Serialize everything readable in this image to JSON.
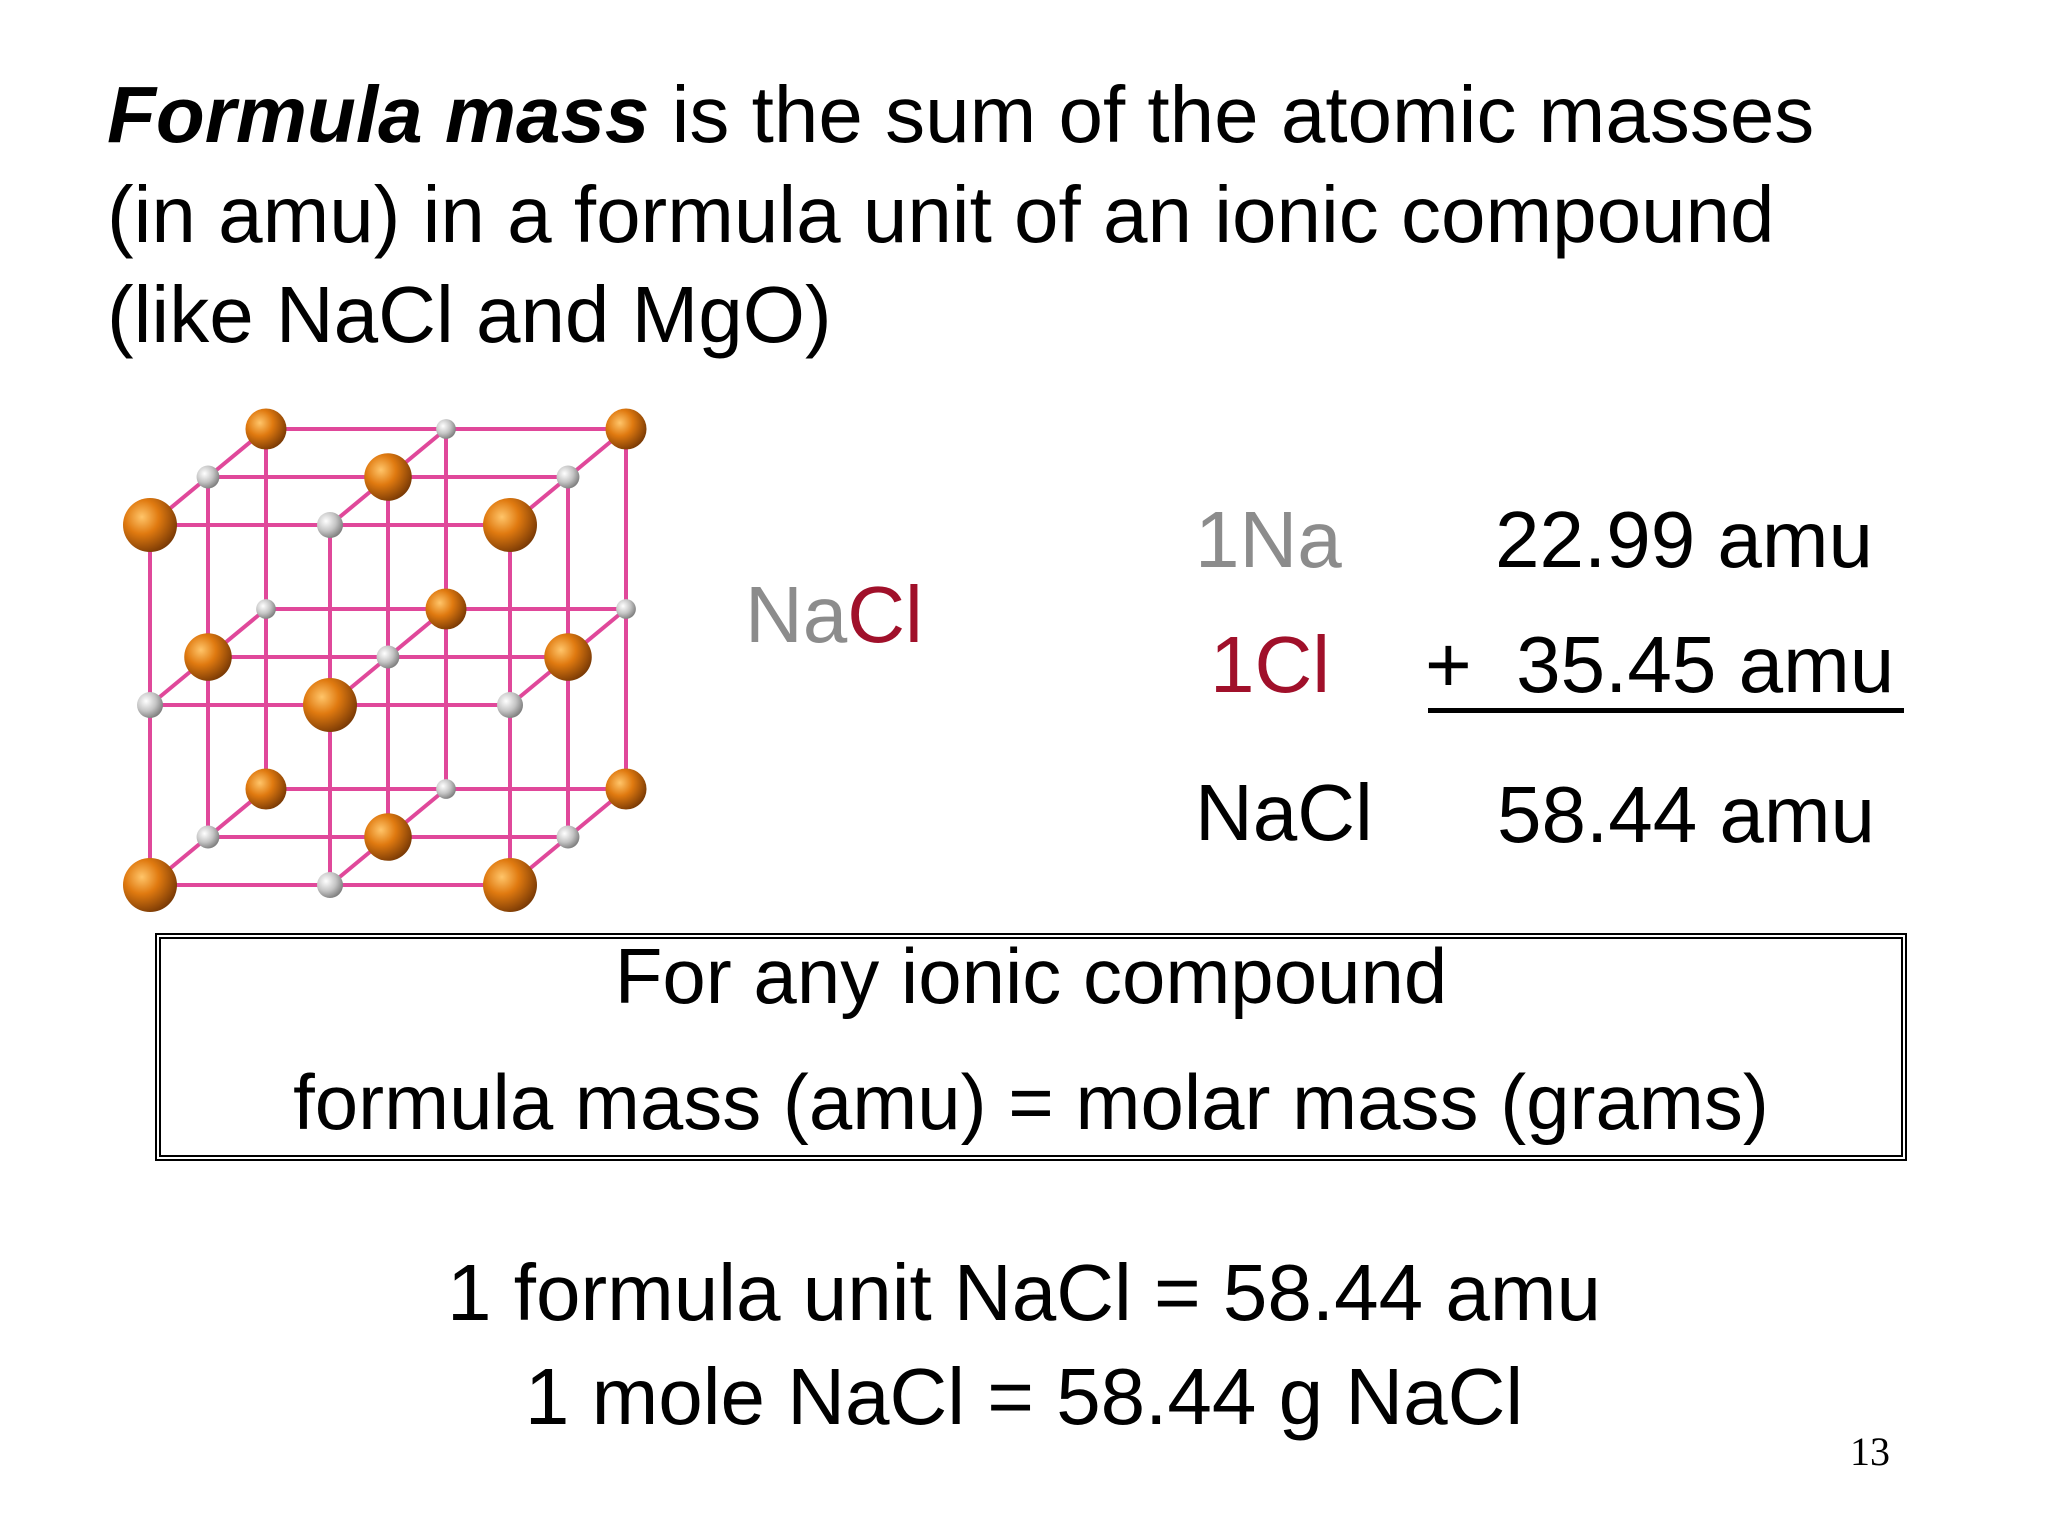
{
  "heading": {
    "term": "Formula mass",
    "rest_line1": " is the sum of the atomic masses",
    "line2": "(in amu) in a formula unit of an ionic compound",
    "line3": "(like NaCl and MgO)"
  },
  "lattice": {
    "large_ion_color": "#d9730f",
    "small_ion_color": "#b9b9b9",
    "bond_color": "#e0489a"
  },
  "compound_label": {
    "na": "Na",
    "cl": "Cl"
  },
  "calculation": {
    "rows": [
      {
        "label": "1Na",
        "value": "22.99 amu"
      },
      {
        "label": "1Cl",
        "value": "+  35.45 amu"
      },
      {
        "label": "NaCl",
        "value": "58.44 amu"
      }
    ]
  },
  "rule_box": {
    "line1": "For any ionic compound",
    "line2": "formula mass (amu) = molar mass (grams)"
  },
  "equivalences": {
    "line1": "1 formula unit NaCl = 58.44 amu",
    "line2": "1 mole NaCl = 58.44 g NaCl"
  },
  "colors": {
    "gray_text": "#8c8c8c",
    "red_text": "#a0102a"
  },
  "page_number": "13"
}
